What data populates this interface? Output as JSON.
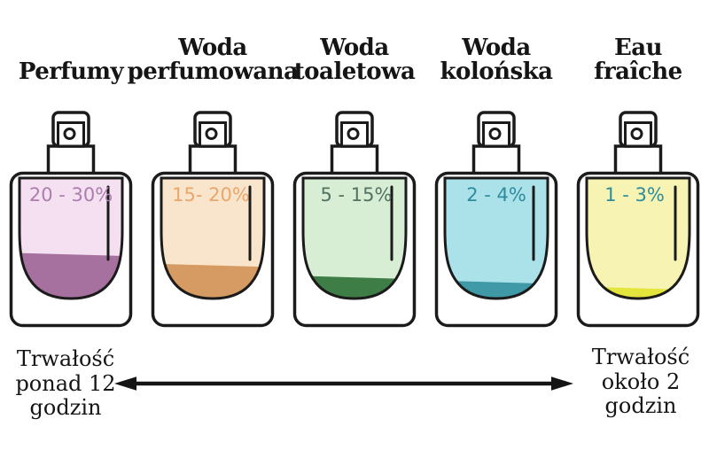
{
  "bottles": [
    {
      "title": "Perfumy",
      "range": "20 - 30%",
      "light_color": "#f5e0f1",
      "dark_color": "#a6719f",
      "label_color": "#ab7ead",
      "fill_fraction": 0.62
    },
    {
      "title": "Woda\nperfumowana",
      "range": "15- 20%",
      "light_color": "#f9e5cb",
      "dark_color": "#d69b62",
      "label_color": "#e9a76c",
      "fill_fraction": 0.71
    },
    {
      "title": "Woda\ntoaletowa",
      "range": "5 - 15%",
      "light_color": "#d7eed4",
      "dark_color": "#3f7d47",
      "label_color": "#527263",
      "fill_fraction": 0.81
    },
    {
      "title": "Woda\nkolońska",
      "range": "2 - 4%",
      "light_color": "#abe1e8",
      "dark_color": "#3f99a7",
      "label_color": "#2e8c9d",
      "fill_fraction": 0.85
    },
    {
      "title": "Eau fraîche",
      "range": "1 - 3%",
      "light_color": "#f7f3b3",
      "dark_color": "#e3e53c",
      "label_color": "#2e8c9d",
      "fill_fraction": 0.9
    }
  ],
  "footer": {
    "left": "Trwałość\nponad 12\ngodzin",
    "right": "Trwałość\nokoło 2\ngodzin"
  },
  "colors": {
    "outline": "#1b1b1b",
    "arrow": "#141414",
    "background": "#ffffff"
  }
}
